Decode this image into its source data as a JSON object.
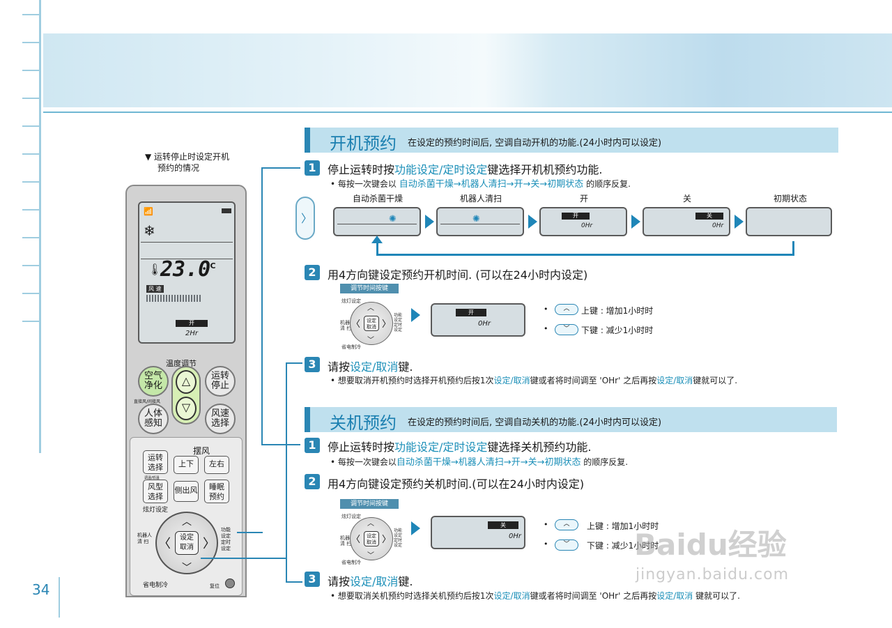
{
  "page_number": "34",
  "remote_caption": [
    "▼ 运转停止时设定开机",
    "预约的情况"
  ],
  "remote": {
    "temp_value": "23.0",
    "temp_unit": "°C",
    "fan_label": "风 速",
    "status_label": "开",
    "hours": "2Hr",
    "temp_adjust_label": "温度调节",
    "btn_air_clean": [
      "空气",
      "净化"
    ],
    "btn_run_stop": [
      "运转",
      "停止"
    ],
    "btn_human_sense": [
      "人体",
      "感知"
    ],
    "btn_fan_speed": [
      "风速",
      "选择"
    ],
    "human_sense_top": "直接风/间接风",
    "swing_label": "摆风",
    "btn_run_select": [
      "运转",
      "选择"
    ],
    "btn_up_down": "上下",
    "btn_left_right": "左右",
    "mode_sub": "调温/低温",
    "btn_wind_type": [
      "风型",
      "选择"
    ],
    "btn_side_wind": "侧出风",
    "btn_sleep": [
      "睡眠",
      "预约"
    ],
    "light_setting": "炫灯设定",
    "robot_clean": [
      "机器人",
      "清 扫"
    ],
    "set_cancel": [
      "设定",
      "取消"
    ],
    "func_setting": [
      "功能",
      "设定"
    ],
    "timer_setting": [
      "定时",
      "设定"
    ],
    "eco_cool": "省电制冷",
    "reset": "复位"
  },
  "section_on": {
    "title": "开机预约",
    "desc": "在设定的预约时间后, 空调自动开机的功能.(24小时内可以设定)",
    "step1": {
      "num": "1",
      "pre": "停止运转时按",
      "hl": "功能设定/定时设定",
      "post": "键选择开机机预约功能."
    },
    "step1_note": {
      "pre": "• 每按一次键会以 ",
      "hl": "自动杀菌干燥→机器人清扫→开→关→初期状态",
      "post": " 的顺序反复."
    },
    "sequence": [
      {
        "label": "自动杀菌干燥"
      },
      {
        "label": "机器人清扫"
      },
      {
        "label": "开",
        "tag": "开",
        "hours": "0Hr"
      },
      {
        "label": "关",
        "tag": "关",
        "hours": "0Hr"
      },
      {
        "label": "初期状态"
      }
    ],
    "step2": {
      "num": "2",
      "text": "用4方向键设定预约开机时间.  (可以在24小时内设定)"
    },
    "key_caption": "调节时间按键",
    "lcd_tag": "开",
    "lcd_hours": "0Hr",
    "up_note": "上键 : 增加1小时时",
    "down_note": "下键 : 减少1小时时",
    "step3": {
      "num": "3",
      "pre": "请按",
      "hl": "设定/取消",
      "post": "键."
    },
    "step3_note": {
      "a": "• 想要取消开机预约时选择开机预约后按1次",
      "hl1": "设定/取消",
      "b": "键或者将时间调至 'OHr' 之后再按",
      "hl2": "设定/取消",
      "c": "键就可以了."
    }
  },
  "section_off": {
    "title": "关机预约",
    "desc": "在设定的预约时间后, 空调自动关机的功能.(24小时内可以设定)",
    "step1": {
      "num": "1",
      "pre": "停止运转时按",
      "hl": "功能设定/定时设定",
      "post": "键选择关机预约功能."
    },
    "step1_note": {
      "pre": "• 每按一次键会以",
      "hl": "自动杀菌干燥→机器人清扫→开→关→初期状态",
      "post": " 的顺序反复."
    },
    "step2": {
      "num": "2",
      "text": "用4方向键设定预约关机时间.(可以在24小时内设定)"
    },
    "key_caption": "调节时间按键",
    "lcd_tag": "关",
    "lcd_hours": "0Hr",
    "up_note": "上键 : 增加1小时时",
    "down_note": "下键 : 减少1小时时",
    "step3": {
      "num": "3",
      "pre": "请按",
      "hl": "设定/取消",
      "post": "键."
    },
    "step3_note": {
      "a": "• 想要取消关机预约时选择关机预约后按1次",
      "hl1": "设定/取消",
      "b": "键或者将时间调至 'OHr' 之后再按",
      "hl2": "设定/取消",
      "c": "  键就可以了."
    }
  },
  "small_pad": {
    "light_setting": "炫灯设定",
    "robot": [
      "机器人",
      "清 扫"
    ],
    "center": [
      "设定",
      "取消"
    ],
    "right": [
      "功能",
      "设定",
      "定时",
      "设定"
    ],
    "eco": "省电制冷"
  },
  "watermark": {
    "brand": "Baidu经验",
    "url": "jingyan.baidu.com"
  }
}
